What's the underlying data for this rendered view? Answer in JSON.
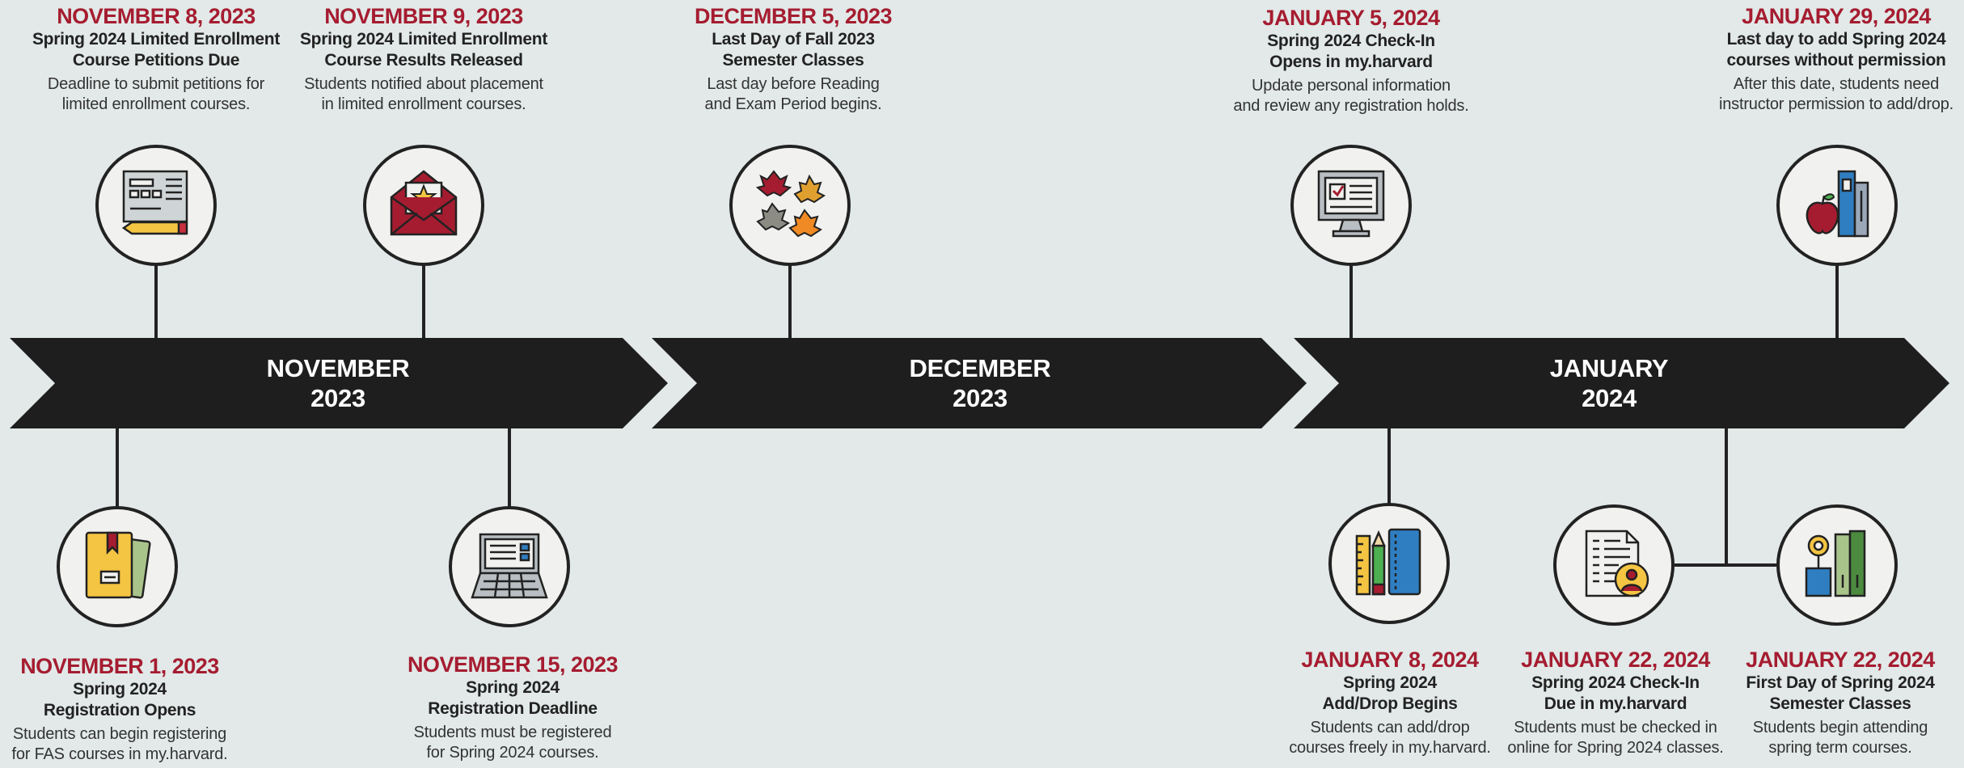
{
  "colors": {
    "background": "#e2e9e8",
    "band": "#1e1e1e",
    "date_red": "#a51c30",
    "circle_fill": "#f1f1ef",
    "line": "#222222"
  },
  "months": [
    {
      "name": "NOVEMBER",
      "year": "2023"
    },
    {
      "name": "DECEMBER",
      "year": "2023"
    },
    {
      "name": "JANUARY",
      "year": "2024"
    }
  ],
  "events_top": [
    {
      "date": "NOVEMBER 8, 2023",
      "title": [
        "Spring 2024 Limited Enrollment",
        "Course Petitions Due"
      ],
      "desc": [
        "Deadline to submit petitions for",
        "limited enrollment courses."
      ],
      "icon": "form-pencil-icon"
    },
    {
      "date": "NOVEMBER 9, 2023",
      "title": [
        "Spring 2024 Limited Enrollment",
        "Course Results Released"
      ],
      "desc": [
        "Students notified about placement",
        "in limited enrollment courses."
      ],
      "icon": "envelope-star-icon"
    },
    {
      "date": "DECEMBER 5, 2023",
      "title": [
        "Last Day of Fall 2023",
        "Semester Classes"
      ],
      "desc": [
        "Last day before Reading",
        "and Exam Period begins."
      ],
      "icon": "autumn-leaves-icon"
    },
    {
      "date": "JANUARY 5, 2024",
      "title": [
        "Spring 2024 Check-In",
        "Opens in my.harvard"
      ],
      "desc": [
        "Update personal information",
        "and review any registration holds."
      ],
      "icon": "computer-checklist-icon"
    },
    {
      "date": "JANUARY 29, 2024",
      "title": [
        "Last day to add Spring 2024",
        "courses without permission"
      ],
      "desc": [
        "After this date, students need",
        "instructor permission to add/drop."
      ],
      "icon": "apple-binders-icon"
    }
  ],
  "events_bottom": [
    {
      "date": "NOVEMBER 1, 2023",
      "title": [
        "Spring 2024",
        "Registration Opens"
      ],
      "desc": [
        "Students can begin registering",
        "for FAS courses in my.harvard."
      ],
      "icon": "book-bookmark-icon"
    },
    {
      "date": "NOVEMBER 15, 2023",
      "title": [
        "Spring 2024",
        "Registration Deadline"
      ],
      "desc": [
        "Students must be registered",
        "for Spring 2024 courses."
      ],
      "icon": "laptop-icon"
    },
    {
      "date": "JANUARY 8, 2024",
      "title": [
        "Spring 2024",
        "Add/Drop Begins"
      ],
      "desc": [
        "Students can add/drop",
        "courses freely in my.harvard."
      ],
      "icon": "ruler-pencil-notebook-icon"
    },
    {
      "date": "JANUARY 22, 2024",
      "title": [
        "Spring 2024 Check-In",
        "Due in my.harvard"
      ],
      "desc": [
        "Students must be checked in",
        "online for Spring 2024 classes."
      ],
      "icon": "document-person-icon"
    },
    {
      "date": "JANUARY 22, 2024",
      "title": [
        "First Day of Spring 2024",
        "Semester Classes"
      ],
      "desc": [
        "Students begin attending",
        "spring term courses."
      ],
      "icon": "flower-binders-icon"
    }
  ]
}
